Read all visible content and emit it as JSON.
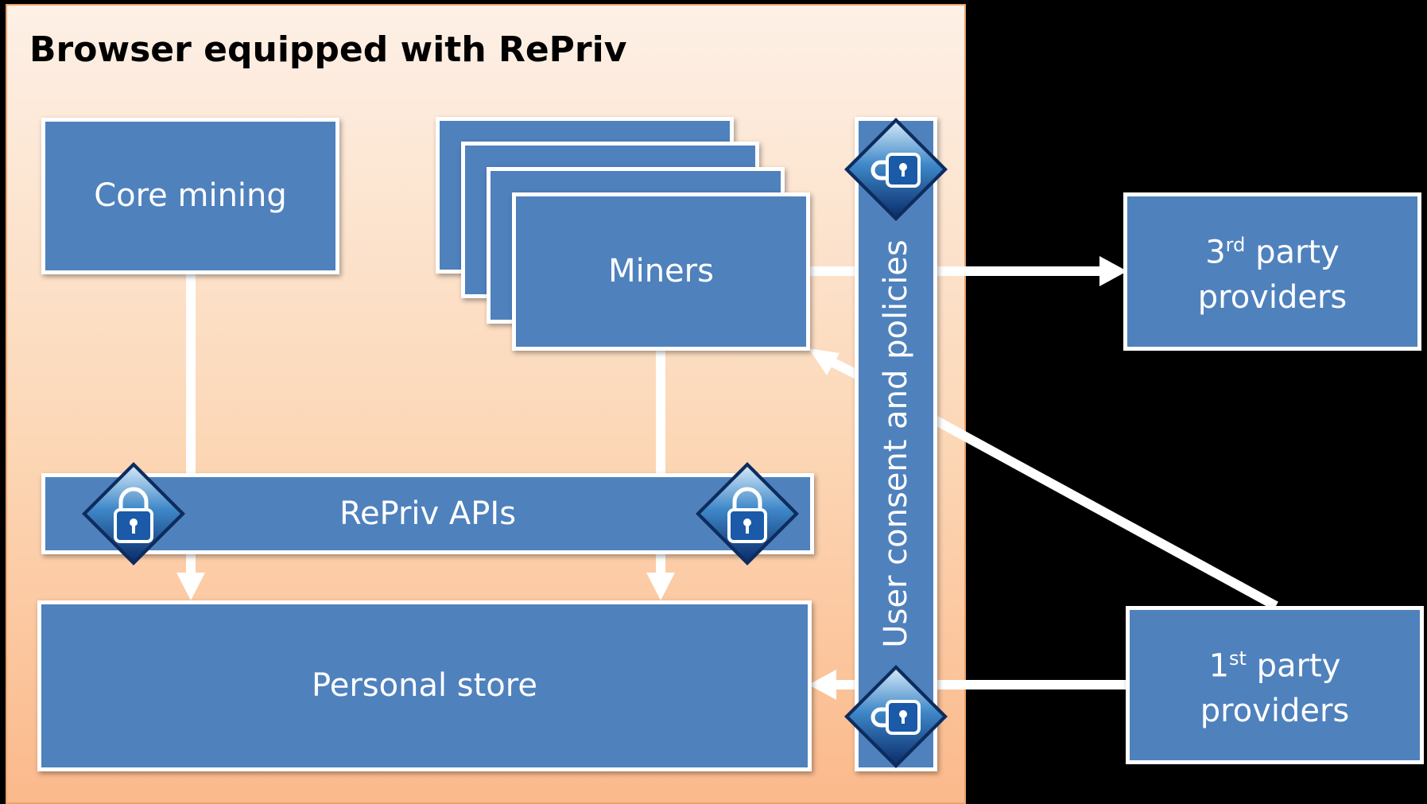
{
  "title": "Browser equipped with RePriv",
  "boxes": {
    "core_mining": "Core mining",
    "miners": "Miners",
    "repriv_apis": "RePriv APIs",
    "personal_store": "Personal store",
    "user_consent": "User consent and policies",
    "third_party": {
      "ordinal": "3",
      "suffix": "rd",
      "line1_rest": " party",
      "line2": "providers"
    },
    "first_party": {
      "ordinal": "1",
      "suffix": "st",
      "line1_rest": " party",
      "line2": "providers"
    }
  },
  "icons": [
    "lock-icon"
  ],
  "colors": {
    "box_fill": "#4f81bd",
    "panel_top": "#fdf0e6",
    "panel_bottom": "#fbb98b",
    "background": "#000000"
  }
}
